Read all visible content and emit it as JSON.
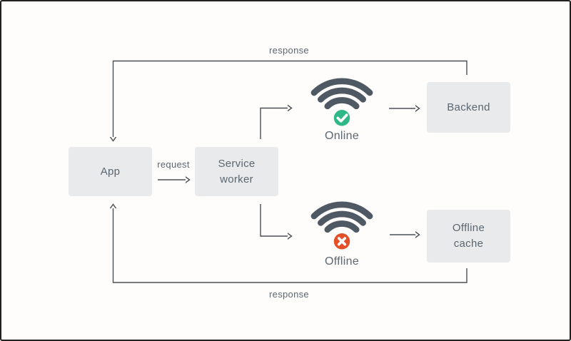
{
  "diagram": {
    "nodes": {
      "app": {
        "label": "App"
      },
      "service_worker": {
        "label": "Service worker"
      },
      "backend": {
        "label": "Backend"
      },
      "offline_cache": {
        "label": "Offline cache"
      }
    },
    "states": {
      "online": {
        "label": "Online",
        "badge_icon": "check-icon"
      },
      "offline": {
        "label": "Offline",
        "badge_icon": "cross-icon"
      }
    },
    "edges": {
      "request": {
        "label": "request",
        "from": "App",
        "to": "Service worker"
      },
      "response_top": {
        "label": "response",
        "from": "Backend",
        "to": "App"
      },
      "response_bottom": {
        "label": "response",
        "from": "Offline cache",
        "to": "App"
      }
    },
    "colors": {
      "node_fill": "#e9eaeb",
      "text": "#5b6670",
      "line": "#4a4f54",
      "wifi": "#4e5963",
      "online_badge": "#2eb886",
      "offline_badge": "#e44f28",
      "frame": "#212121",
      "background": "#fffdfb"
    }
  }
}
